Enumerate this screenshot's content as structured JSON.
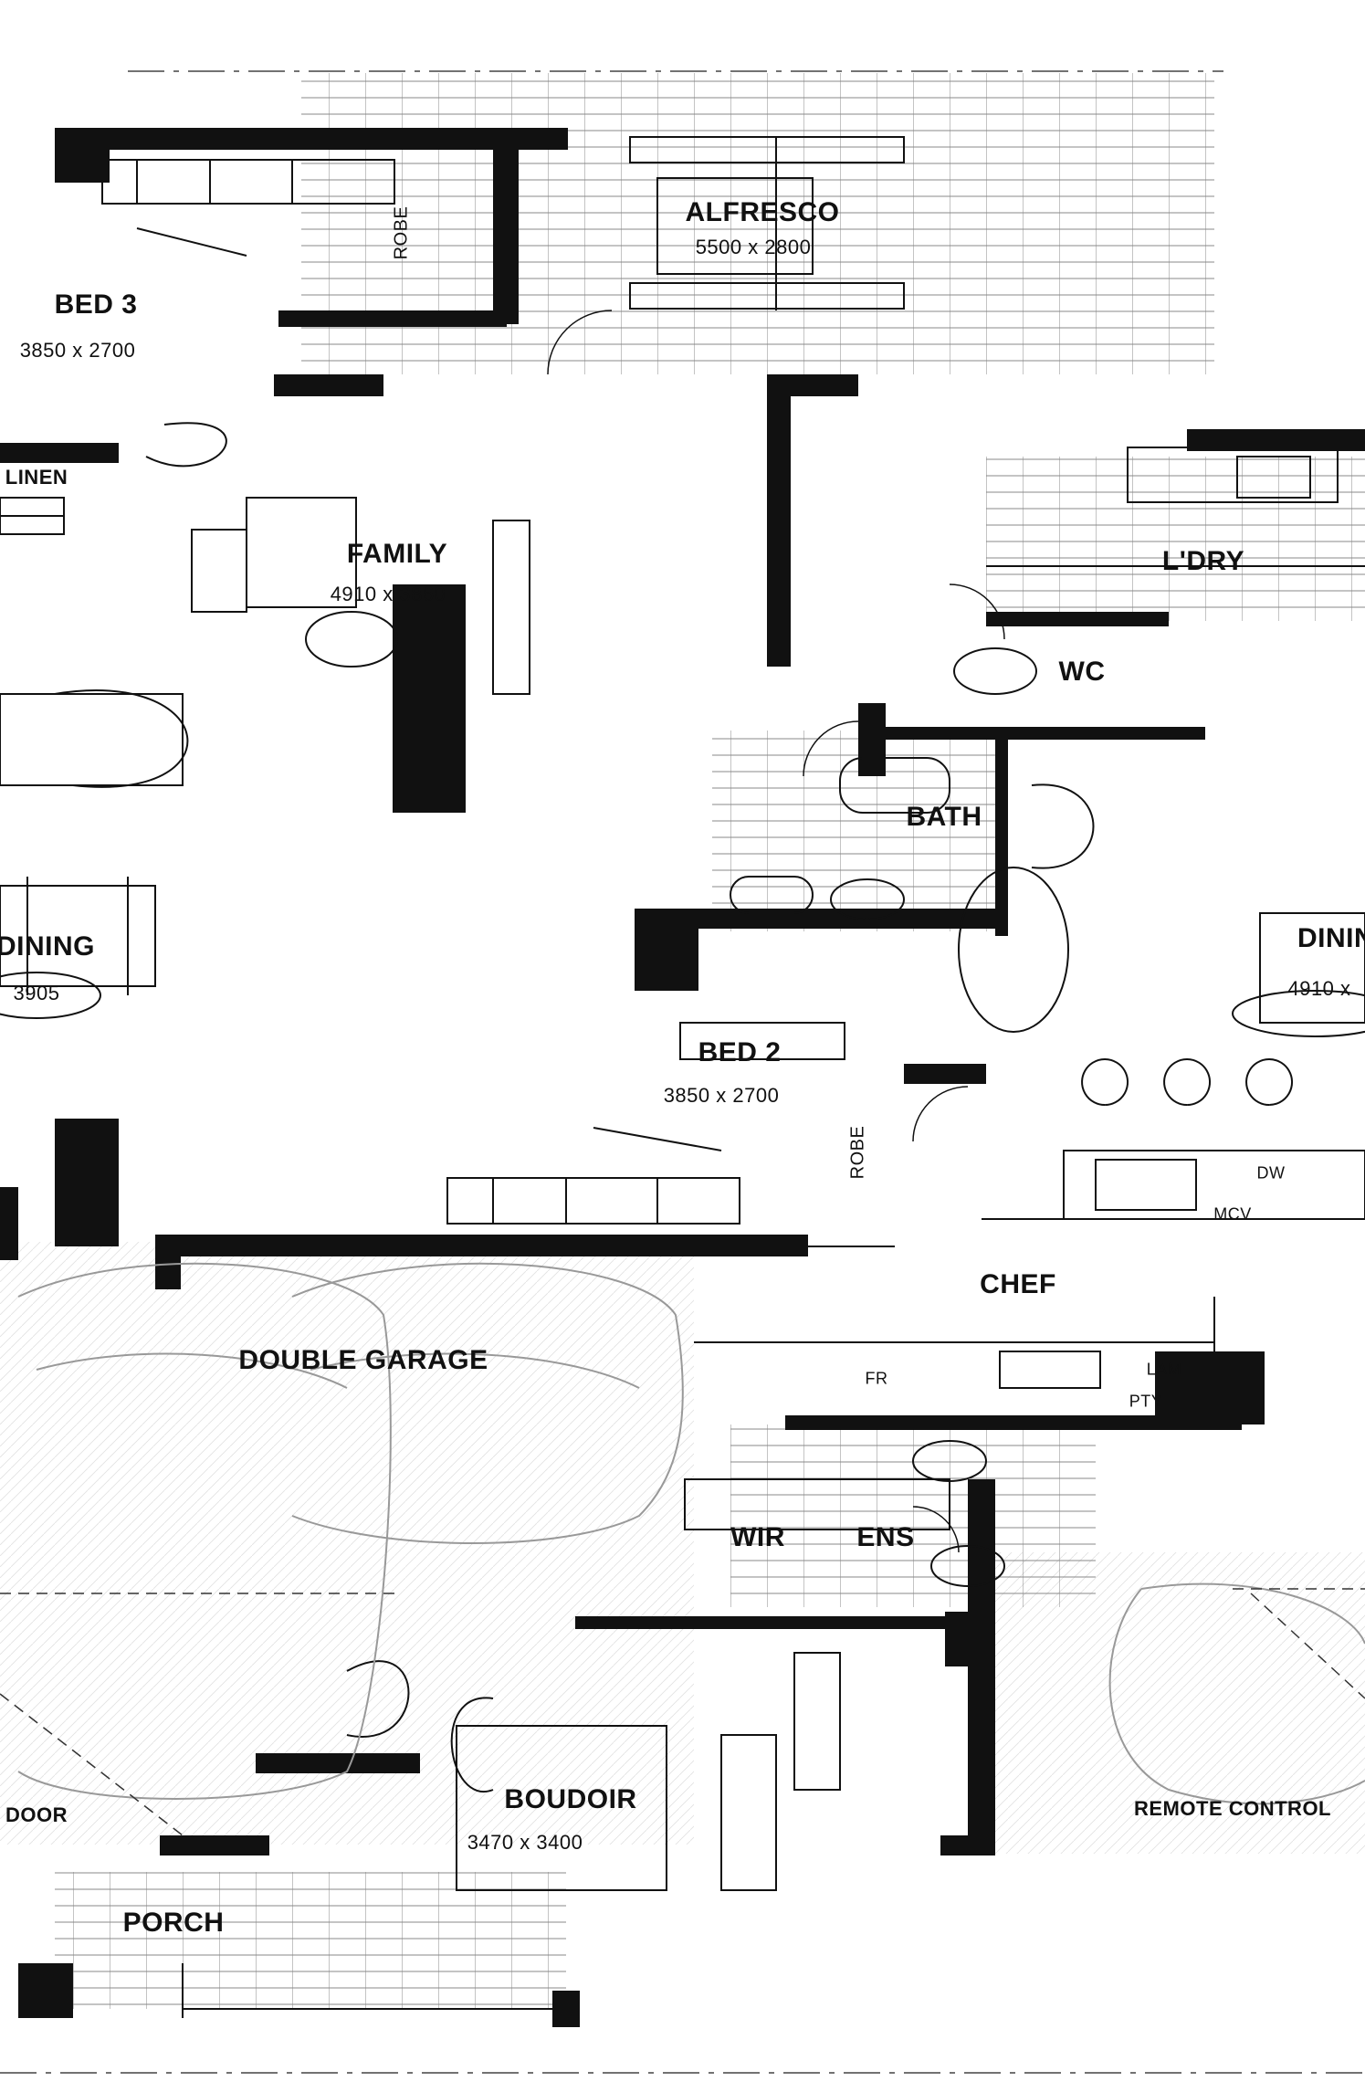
{
  "rooms": {
    "alfresco": {
      "name": "ALFRESCO",
      "size": "5500 x 2800"
    },
    "bed3": {
      "name": "BED 3",
      "size": "3850 x 2700",
      "robe": "ROBE"
    },
    "linen": {
      "name": "LINEN"
    },
    "family": {
      "name": "FAMILY",
      "size": "4910 x 3860"
    },
    "ldry": {
      "name": "L'DRY"
    },
    "wc": {
      "name": "WC"
    },
    "bath": {
      "name": "BATH"
    },
    "dining_left": {
      "name": "DINING",
      "size": "3905"
    },
    "dining_right": {
      "name": "DINING",
      "size": "4910 x"
    },
    "bed2": {
      "name": "BED 2",
      "size": "3850 x 2700",
      "robe": "ROBE"
    },
    "chef": {
      "name": "CHEF"
    },
    "double_garage": {
      "name": "DOUBLE GARAGE"
    },
    "wir": {
      "name": "WIR"
    },
    "ens": {
      "name": "ENS"
    },
    "boudoir": {
      "name": "BOUDOIR",
      "size": "3470 x 3400"
    },
    "porch": {
      "name": "PORCH"
    }
  },
  "fixtures": {
    "fr": "FR",
    "pty": "PTY",
    "dw": "DW",
    "mcv": "MCV",
    "lam": "LAM"
  },
  "notes": {
    "door": "DOOR",
    "remote_control": "REMOTE CONTROL"
  }
}
